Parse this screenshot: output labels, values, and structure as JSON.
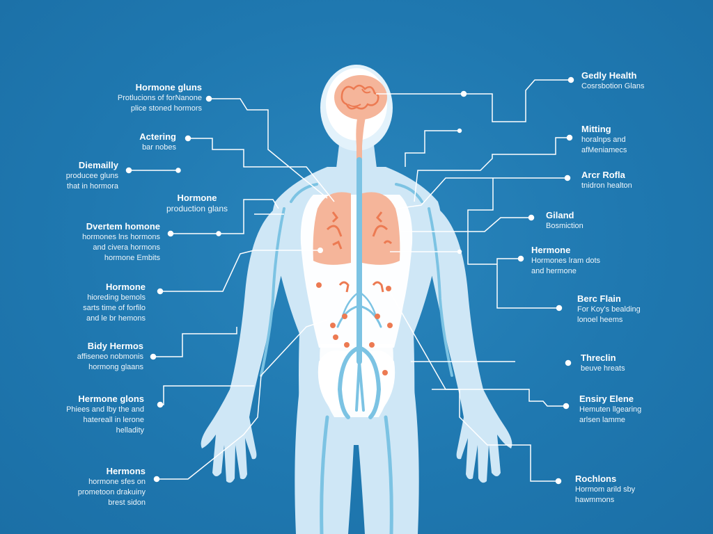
{
  "diagram": {
    "colors": {
      "background": "#1f78b0",
      "body_fill": "#cfe7f6",
      "body_inner": "#ffffff",
      "vessel": "#7cc3e3",
      "organ": "#f5b59a",
      "organ_detail": "#ec7a52",
      "line": "#ffffff"
    },
    "left_labels": [
      {
        "title": "Hormone gluns",
        "desc": [
          "Protlucions of forNanone",
          "plice stoned hormors"
        ]
      },
      {
        "title": "Actering",
        "desc": [
          "bar nobes"
        ]
      },
      {
        "title": "Diemailly",
        "desc": [
          "producee gluns",
          "that in hormora"
        ]
      },
      {
        "title": "Hormone",
        "desc": [
          "production glans"
        ]
      },
      {
        "title": "Dvertem homone",
        "desc": [
          "hormones lns hormons",
          "and civera hormons",
          "hormone Embits"
        ]
      },
      {
        "title": "Hormone",
        "desc": [
          "hioreding bemols",
          "sarts time of forfilo",
          "and le br hemons"
        ]
      },
      {
        "title": "Bidy Hermos",
        "desc": [
          "affiseneo nobmonis",
          "hormong glaans"
        ]
      },
      {
        "title": "Hermone glons",
        "desc": [
          "Phiees and lby the and",
          "hatereall in lerone",
          "helladity"
        ]
      },
      {
        "title": "Hermons",
        "desc": [
          "hormone sfes on",
          "prometoon drakuiny",
          "brest sidon"
        ]
      }
    ],
    "right_labels": [
      {
        "title": "Gedly Health",
        "desc": [
          "Cosrsbotion Glans"
        ]
      },
      {
        "title": "Mitting",
        "desc": [
          "horalnps and",
          "afMeniamecs"
        ]
      },
      {
        "title": "Arcr Rofla",
        "desc": [
          "tnidron healton"
        ]
      },
      {
        "title": "Giland",
        "desc": [
          "Bosmiction"
        ]
      },
      {
        "title": "Hermone",
        "desc": [
          "Hormones lram dots",
          "and hermone"
        ]
      },
      {
        "title": "Berc Flain",
        "desc": [
          "For Koy's bealding",
          "lonoel heems"
        ]
      },
      {
        "title": "Threclin",
        "desc": [
          "beuve hreats"
        ]
      },
      {
        "title": "Ensiry Elene",
        "desc": [
          "Hemuten llgearing",
          "arlsen lamme"
        ]
      },
      {
        "title": "Rochlons",
        "desc": [
          "Hormom arild sby",
          "hawmmons"
        ]
      }
    ]
  }
}
